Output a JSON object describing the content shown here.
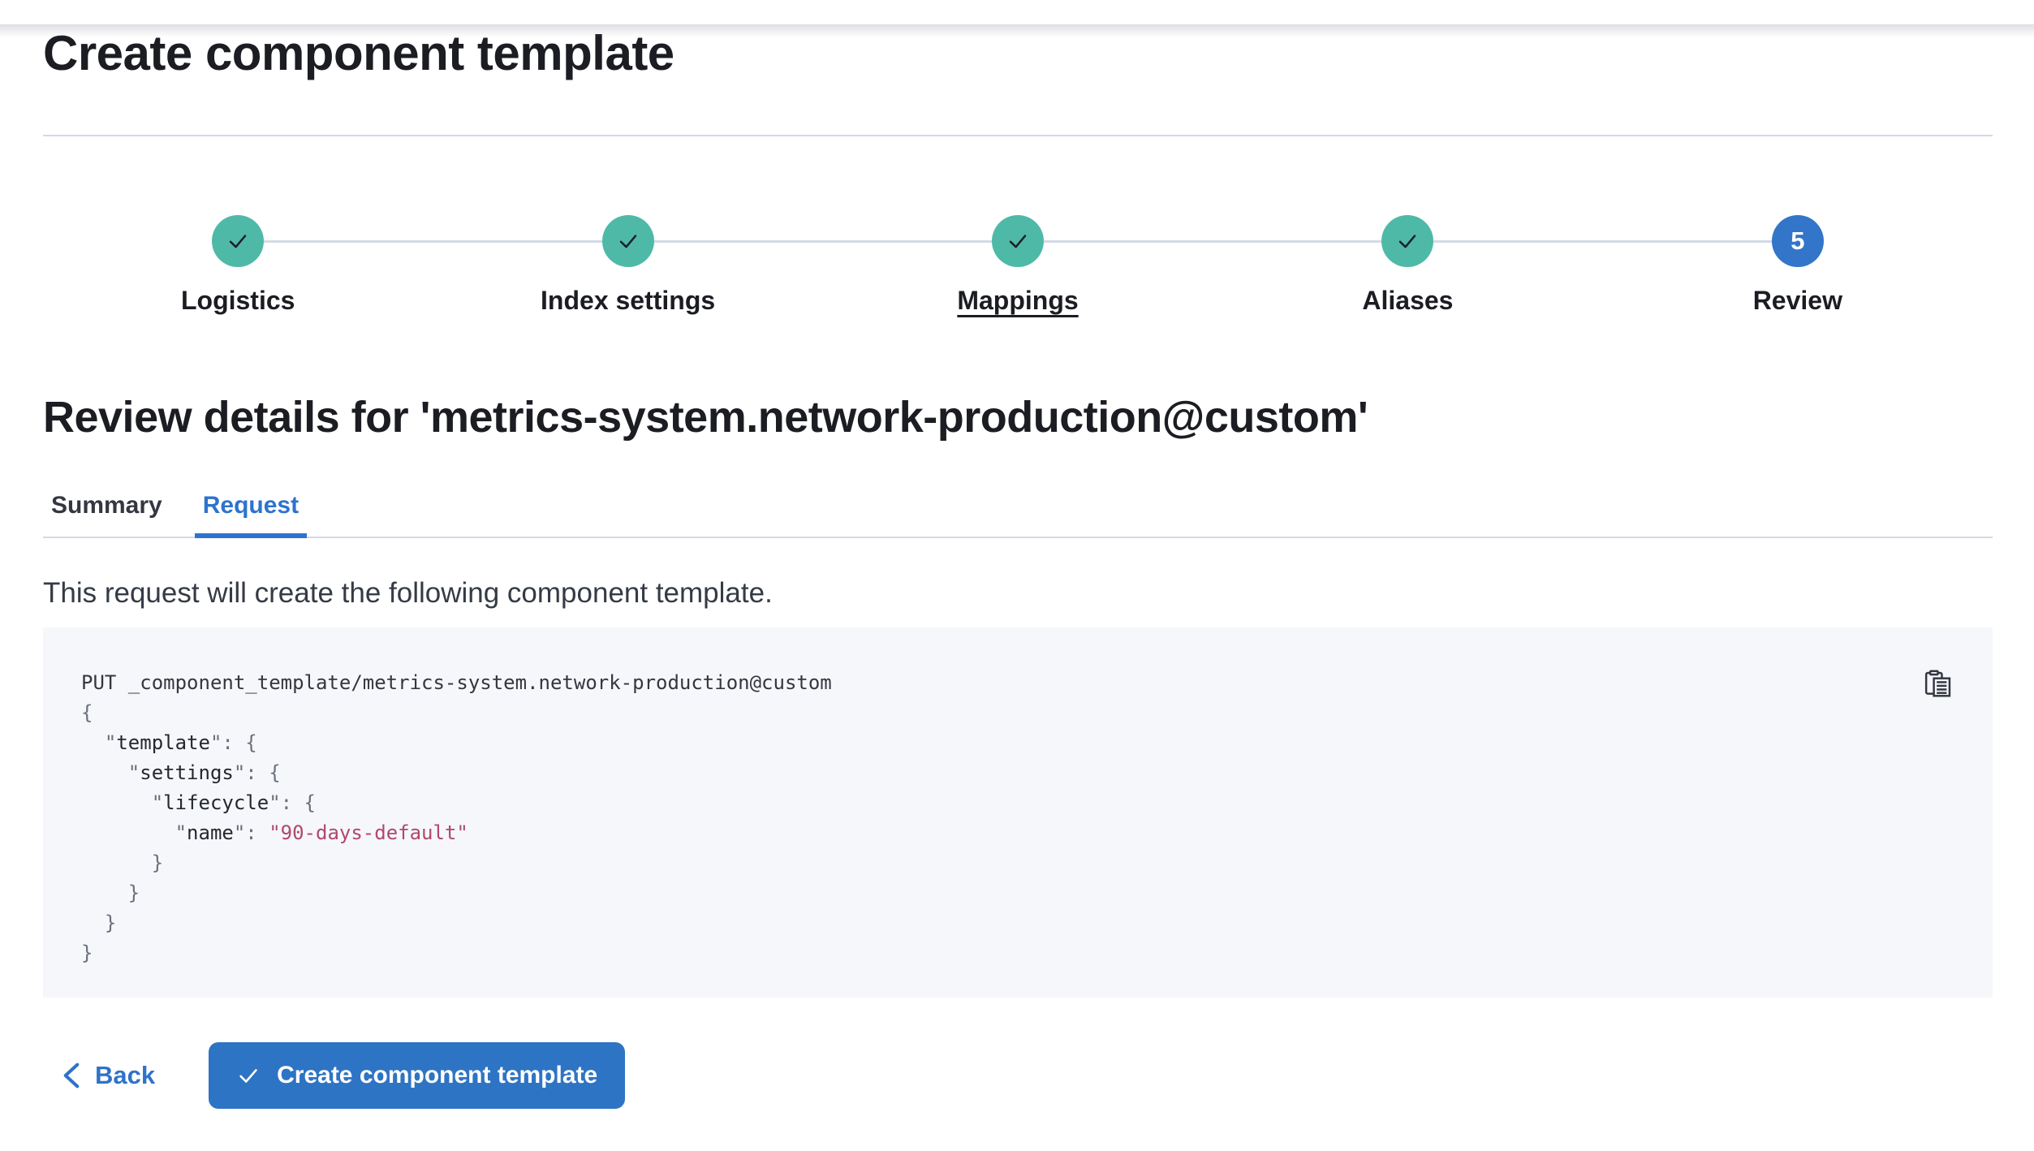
{
  "page": {
    "title": "Create component template"
  },
  "colors": {
    "primary_blue": "#2e73c9",
    "button_blue": "#2e74c4",
    "step_current_blue": "#3375c8",
    "step_complete_teal": "#4fb9a8",
    "code_background": "#f6f7fa",
    "code_string": "#b0486a",
    "divider": "#d5d9e5"
  },
  "stepper": {
    "steps": [
      {
        "label": "Logistics",
        "status": "complete",
        "icon": "check-icon"
      },
      {
        "label": "Index settings",
        "status": "complete",
        "icon": "check-icon"
      },
      {
        "label": "Mappings",
        "status": "complete",
        "icon": "check-icon",
        "underlined": true
      },
      {
        "label": "Aliases",
        "status": "complete",
        "icon": "check-icon"
      },
      {
        "label": "Review",
        "status": "current",
        "number": "5"
      }
    ]
  },
  "review": {
    "heading": "Review details for 'metrics-system.network-production@custom'",
    "tabs": [
      {
        "label": "Summary",
        "active": false
      },
      {
        "label": "Request",
        "active": true
      }
    ],
    "description": "This request will create the following component template."
  },
  "code_block": {
    "copy_icon": "copy-clipboard-icon",
    "lines": [
      {
        "segments": [
          {
            "t": "PUT _component_template/metrics-system.network-production@custom",
            "c": "plain"
          }
        ]
      },
      {
        "segments": [
          {
            "t": "{",
            "c": "punct"
          }
        ]
      },
      {
        "segments": [
          {
            "t": "  ",
            "c": "plain"
          },
          {
            "t": "\"",
            "c": "punct"
          },
          {
            "t": "template",
            "c": "key"
          },
          {
            "t": "\"",
            "c": "punct"
          },
          {
            "t": ": {",
            "c": "punct"
          }
        ]
      },
      {
        "segments": [
          {
            "t": "    ",
            "c": "plain"
          },
          {
            "t": "\"",
            "c": "punct"
          },
          {
            "t": "settings",
            "c": "key"
          },
          {
            "t": "\"",
            "c": "punct"
          },
          {
            "t": ": {",
            "c": "punct"
          }
        ]
      },
      {
        "segments": [
          {
            "t": "      ",
            "c": "plain"
          },
          {
            "t": "\"",
            "c": "punct"
          },
          {
            "t": "lifecycle",
            "c": "key"
          },
          {
            "t": "\"",
            "c": "punct"
          },
          {
            "t": ": {",
            "c": "punct"
          }
        ]
      },
      {
        "segments": [
          {
            "t": "        ",
            "c": "plain"
          },
          {
            "t": "\"",
            "c": "punct"
          },
          {
            "t": "name",
            "c": "key"
          },
          {
            "t": "\"",
            "c": "punct"
          },
          {
            "t": ": ",
            "c": "punct"
          },
          {
            "t": "\"90-days-default\"",
            "c": "string"
          }
        ]
      },
      {
        "segments": [
          {
            "t": "      }",
            "c": "punct"
          }
        ]
      },
      {
        "segments": [
          {
            "t": "    }",
            "c": "punct"
          }
        ]
      },
      {
        "segments": [
          {
            "t": "  }",
            "c": "punct"
          }
        ]
      },
      {
        "segments": [
          {
            "t": "}",
            "c": "punct"
          }
        ]
      }
    ]
  },
  "footer": {
    "back_label": "Back",
    "create_label": "Create component template"
  }
}
